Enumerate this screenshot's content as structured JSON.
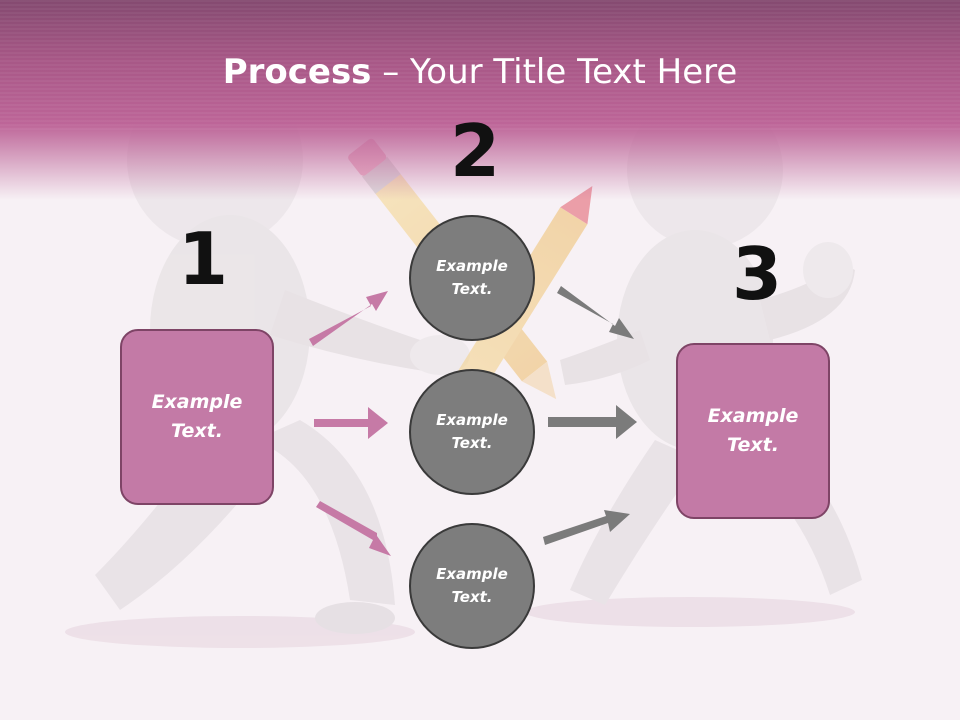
{
  "title": {
    "bold": "Process",
    "rest": " – Your Title Text Here"
  },
  "steps": {
    "one": {
      "number": "1",
      "text": "Example Text."
    },
    "two": {
      "number": "2"
    },
    "three": {
      "number": "3",
      "text": "Example Text."
    }
  },
  "circles": [
    {
      "text": "Example Text."
    },
    {
      "text": "Example Text."
    },
    {
      "text": "Example Text."
    }
  ],
  "colors": {
    "header": "#b86393",
    "box_fill": "#c37aa6",
    "box_border": "#7e4466",
    "circle_fill": "#7d7d7d",
    "pink_arrow": "#c67aa6",
    "gray_arrow": "#7b7b7b"
  }
}
